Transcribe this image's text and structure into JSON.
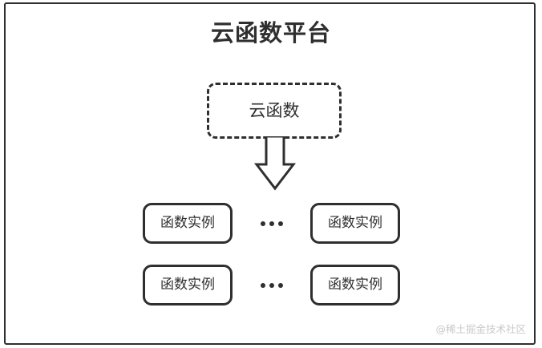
{
  "diagram": {
    "title": "云函数平台",
    "colors": {
      "stroke": "#2f2f2f",
      "background": "#ffffff",
      "watermark": "#c9c9c9"
    },
    "cloud_function": {
      "label": "云函数",
      "border_style": "dashed"
    },
    "arrow": {
      "direction": "down",
      "style": "hollow-block-arrow"
    },
    "instance_rows": [
      {
        "left": {
          "label": "函数实例"
        },
        "ellipsis": "•••",
        "right": {
          "label": "函数实例"
        }
      },
      {
        "left": {
          "label": "函数实例"
        },
        "ellipsis": "•••",
        "right": {
          "label": "函数实例"
        }
      }
    ],
    "watermark": "@稀土掘金技术社区"
  }
}
